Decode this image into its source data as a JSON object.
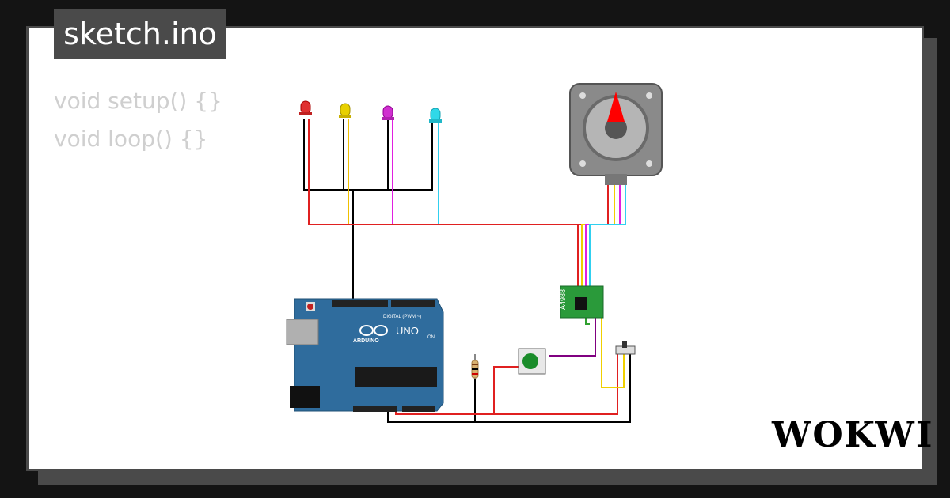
{
  "title": "sketch.ino",
  "code_lines": [
    "void setup() {}",
    "void loop() {}"
  ],
  "logo_text": "WOKWI",
  "arduino": {
    "model": "UNO",
    "brand": "ARDUINO",
    "digital_label": "DIGITAL (PWM ~)",
    "on_label": "ON"
  },
  "driver_label": "A4988",
  "colors": {
    "background": "#141414",
    "card": "#ffffff",
    "frame": "#4a4a4a",
    "code_text": "#cfcfcf",
    "board": "#2f6c9d",
    "led_red": "#e03030",
    "led_yellow": "#e8d000",
    "led_magenta": "#d030d0",
    "led_cyan": "#30d8e8",
    "button": "#1a8c2a",
    "driver": "#2a9a3a"
  }
}
